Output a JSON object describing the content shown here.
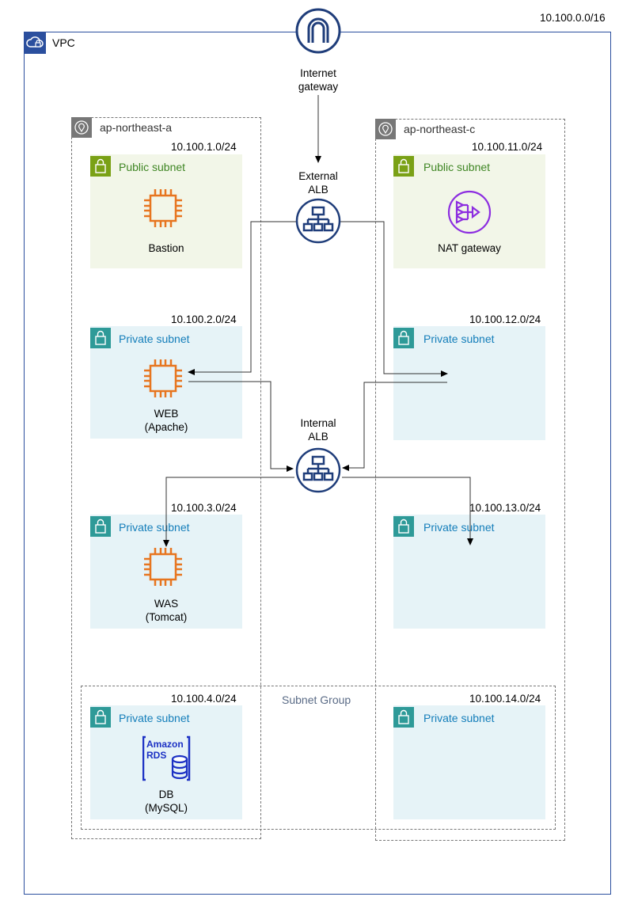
{
  "vpc": {
    "label": "VPC",
    "cidr": "10.100.0.0/16",
    "border_color": "#2b4f9e"
  },
  "internet_gateway": {
    "label_line1": "Internet",
    "label_line2": "gateway",
    "icon": "internet-gateway-icon"
  },
  "external_alb": {
    "label_line1": "External",
    "label_line2": "ALB",
    "icon": "load-balancer-icon"
  },
  "internal_alb": {
    "label_line1": "Internal",
    "label_line2": "ALB",
    "icon": "load-balancer-icon"
  },
  "zones": [
    {
      "name": "ap-northeast-a"
    },
    {
      "name": "ap-northeast-c"
    }
  ],
  "subnet_group": {
    "label": "Subnet Group"
  },
  "subnets": {
    "a_public": {
      "cidr": "10.100.1.0/24",
      "label": "Public subnet",
      "node": {
        "line1": "Bastion",
        "line2": ""
      }
    },
    "a_private_web": {
      "cidr": "10.100.2.0/24",
      "label": "Private subnet",
      "node": {
        "line1": "WEB",
        "line2": "(Apache)"
      }
    },
    "a_private_was": {
      "cidr": "10.100.3.0/24",
      "label": "Private subnet",
      "node": {
        "line1": "WAS",
        "line2": "(Tomcat)"
      }
    },
    "a_private_db": {
      "cidr": "10.100.4.0/24",
      "label": "Private subnet",
      "node": {
        "line1": "DB",
        "line2": "(MySQL)",
        "logo_line1": "Amazon",
        "logo_line2": "RDS"
      }
    },
    "c_public": {
      "cidr": "10.100.11.0/24",
      "label": "Public subnet",
      "node": {
        "line1": "NAT gateway"
      }
    },
    "c_private_12": {
      "cidr": "10.100.12.0/24",
      "label": "Private subnet"
    },
    "c_private_13": {
      "cidr": "10.100.13.0/24",
      "label": "Private subnet"
    },
    "c_private_14": {
      "cidr": "10.100.14.0/24",
      "label": "Private subnet"
    }
  },
  "colors": {
    "public_subnet_bg": "#f2f6e8",
    "private_subnet_bg": "#e6f3f7",
    "public_accent": "#7aa116",
    "private_accent": "#2e9a98",
    "ec2_orange": "#e7751f",
    "nat_purple": "#8c2de0",
    "navy": "#1f3d7a"
  }
}
